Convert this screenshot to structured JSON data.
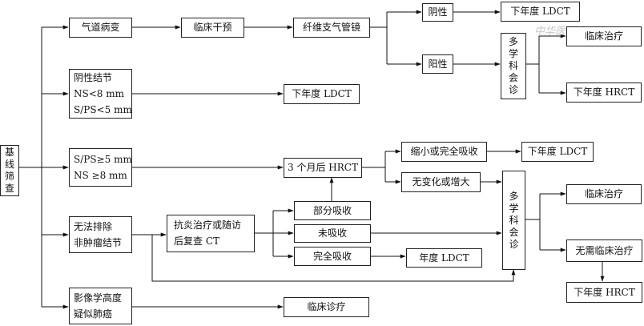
{
  "nodes": {
    "baseline": [
      "基",
      "线",
      "筛",
      "查"
    ],
    "airway_lesion": "气道病变",
    "clinical_intervention": "临床干预",
    "fiber_bronchoscope": "纤维支气管镜",
    "negative": "阴性",
    "positive": "阳性",
    "ldct_top": "下年度 LDCT",
    "mdt_top": [
      "多",
      "学",
      "科",
      "会",
      "诊"
    ],
    "treatment_top": "临床治疗",
    "hrct_top": "下年度 HRCT",
    "neg_nodule": [
      "阴性结节",
      "NS<8 mm",
      "S/PS<5 mm"
    ],
    "ldct_neg_nodule": "下年度 LDCT",
    "pos_nodule": [
      "S/PS≥5 mm",
      "NS ≥8 mm"
    ],
    "hrct_3m": "3 个月后 HRCT",
    "shrink": "缩小或完全吸收",
    "ldct_shrink": "下年度 LDCT",
    "unchanged": "无变化或增大",
    "mdt_mid": [
      "多",
      "学",
      "科",
      "会",
      "诊"
    ],
    "treatment_mid": "临床治疗",
    "no_treatment": "无需临床治疗",
    "hrct_bottom": "下年度 HRCT",
    "uncertain_nodule": [
      "无法排除",
      "非肿瘤结节"
    ],
    "anti_inflam": [
      "抗炎治疗或随访",
      "后复查 CT"
    ],
    "partial": "部分吸收",
    "not_absorbed": "未吸收",
    "complete": "完全吸收",
    "ldct_annual": "年度 LDCT",
    "suspected_cancer": [
      "影像学高度",
      "疑似肺癌"
    ],
    "treatment_bottom": "临床诊疗"
  },
  "watermark": "中华医学会"
}
